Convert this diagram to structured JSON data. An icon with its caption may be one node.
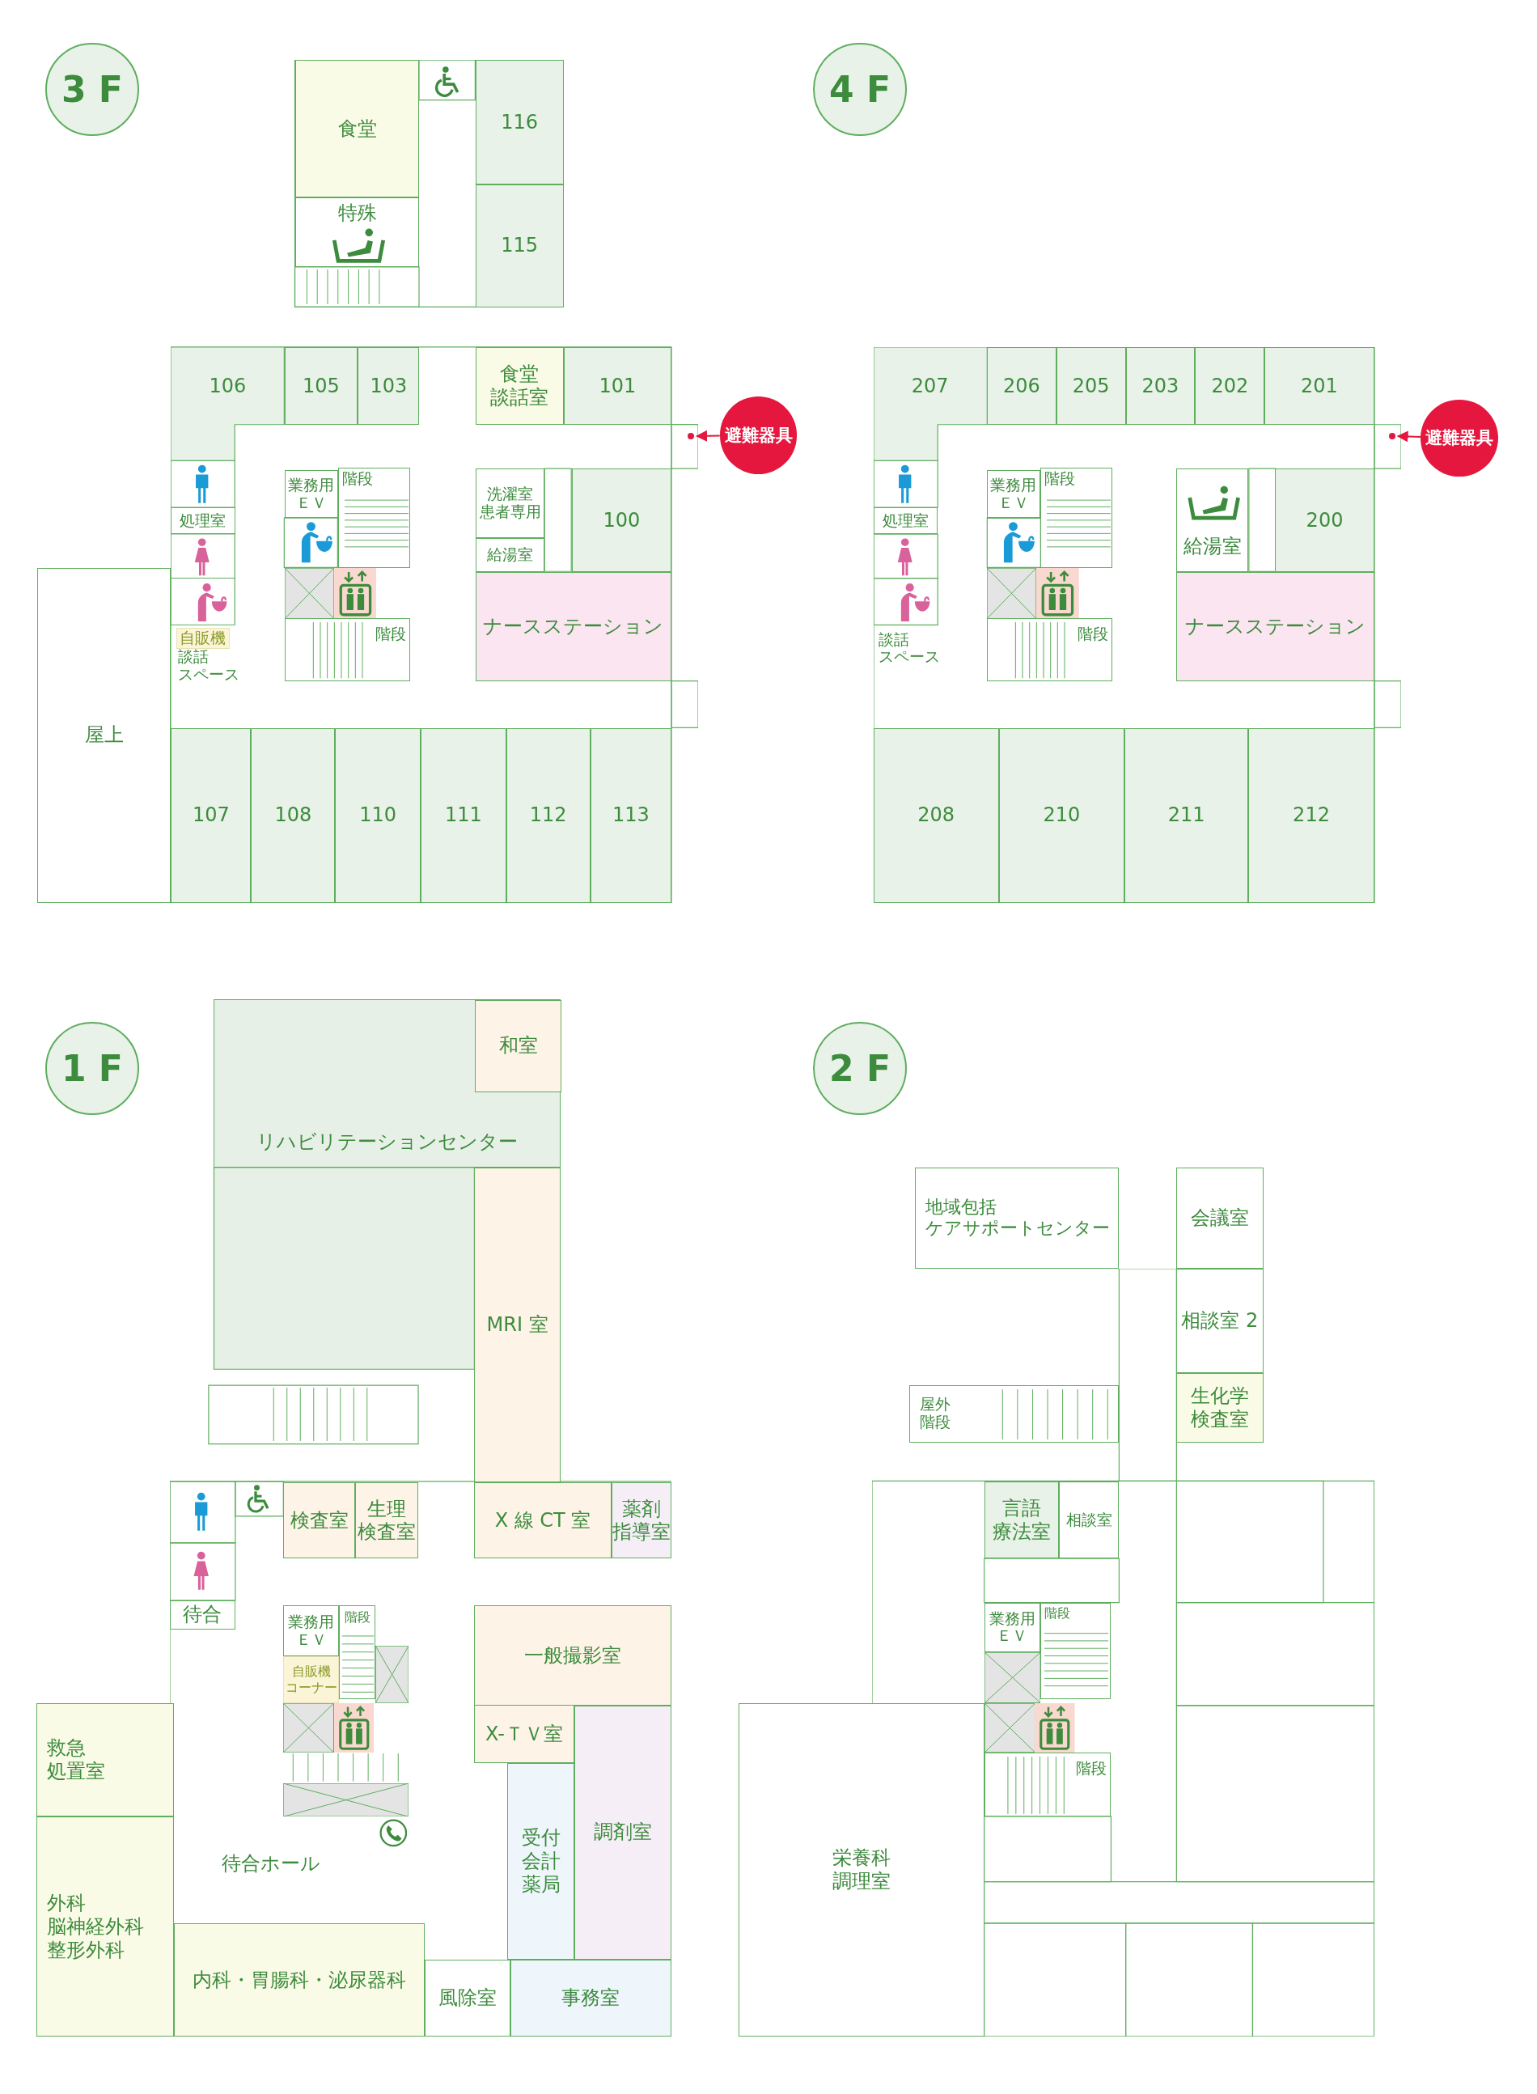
{
  "diagram": {
    "nodes": [
      {
        "text": [
          "3 F"
        ]
      },
      {
        "text": [
          "食堂"
        ]
      },
      {
        "text": [
          "特殊"
        ]
      },
      {
        "text": [
          "116"
        ]
      },
      {
        "text": [
          "115"
        ]
      },
      {
        "text": [
          "106"
        ]
      },
      {
        "text": [
          "105"
        ]
      },
      {
        "text": [
          "103"
        ]
      },
      {
        "text": [
          "食堂",
          "談話室"
        ]
      },
      {
        "text": [
          "101"
        ]
      },
      {
        "text": [
          "処理室"
        ]
      },
      {
        "text": [
          "自販機"
        ]
      },
      {
        "text": [
          "業務用",
          "ＥＶ"
        ]
      },
      {
        "text": [
          "階段"
        ]
      },
      {
        "text": [
          "階段"
        ]
      },
      {
        "text": [
          "洗濯室",
          "患者専用"
        ]
      },
      {
        "text": [
          "給湯室"
        ]
      },
      {
        "text": [
          "100"
        ]
      },
      {
        "text": [
          "ナースステーション"
        ]
      },
      {
        "text": [
          "屋上"
        ]
      },
      {
        "text": [
          "107"
        ]
      },
      {
        "text": [
          "108"
        ]
      },
      {
        "text": [
          "110"
        ]
      },
      {
        "text": [
          "111"
        ]
      },
      {
        "text": [
          "112"
        ]
      },
      {
        "text": [
          "113"
        ]
      },
      {
        "text": [
          "避難器具"
        ]
      },
      {
        "text": [],
        "shape": "circle"
      },
      {
        "text": [
          "4 F"
        ]
      },
      {
        "text": [
          "207"
        ]
      },
      {
        "text": [
          "206"
        ]
      },
      {
        "text": [
          "205"
        ]
      },
      {
        "text": [
          "203"
        ]
      },
      {
        "text": [
          "202"
        ]
      },
      {
        "text": [
          "201"
        ]
      },
      {
        "text": [
          "処理室"
        ]
      },
      {
        "text": [
          "業務用",
          "ＥＶ"
        ]
      },
      {
        "text": [
          "階段"
        ]
      },
      {
        "text": [
          "階段"
        ]
      },
      {
        "text": [
          "給湯室"
        ]
      },
      {
        "text": [
          "200"
        ]
      },
      {
        "text": [
          "ナースステーション"
        ]
      },
      {
        "text": [
          "208"
        ]
      },
      {
        "text": [
          "210"
        ]
      },
      {
        "text": [
          "211"
        ]
      },
      {
        "text": [
          "212"
        ]
      },
      {
        "text": [
          "避難器具"
        ]
      },
      {
        "text": [],
        "shape": "circle"
      },
      {
        "text": [
          "1 F"
        ]
      },
      {
        "text": [
          "リハビリテーションセンター"
        ]
      },
      {
        "text": [
          "和室"
        ],
        "in": 49
      },
      {
        "text": [
          "MRI 室"
        ]
      },
      {
        "text": [
          "待合"
        ]
      },
      {
        "text": [
          "検査室"
        ]
      },
      {
        "text": [
          "生理",
          "検査室"
        ]
      },
      {
        "text": [
          "X 線 CT 室"
        ]
      },
      {
        "text": [
          "薬剤",
          "指導室"
        ]
      },
      {
        "text": [
          "業務用",
          "ＥＶ"
        ]
      },
      {
        "text": [
          "階段"
        ]
      },
      {
        "text": [
          "自販機",
          "コーナー"
        ]
      },
      {
        "text": [
          "一般撮影室"
        ]
      },
      {
        "text": [
          "X-ＴＶ室"
        ]
      },
      {
        "text": [
          "調剤室"
        ]
      },
      {
        "text": [
          "受付",
          "会計",
          "薬局"
        ]
      },
      {
        "text": [
          "事務室"
        ]
      },
      {
        "text": [
          "風除室"
        ]
      },
      {
        "text": [
          "内科・胃腸科・泌尿器科"
        ]
      },
      {
        "text": [
          "救急",
          "処置室"
        ]
      },
      {
        "text": [
          "外科",
          "脳神経外科",
          "整形外科"
        ]
      },
      {
        "text": [
          "2 F"
        ]
      },
      {
        "text": [
          "地域包括",
          "ケアサポートセンター"
        ]
      },
      {
        "text": [
          "会議室"
        ]
      },
      {
        "text": [
          "相談室 2"
        ]
      },
      {
        "text": [
          "生化学",
          "検査室"
        ]
      },
      {
        "text": [
          "屋外",
          "階段"
        ]
      },
      {
        "text": [
          "栄養科",
          "調理室"
        ]
      },
      {
        "text": [
          "言語",
          "療法室"
        ]
      },
      {
        "text": [
          "相談室"
        ]
      },
      {
        "text": [
          "業務用",
          "ＥＶ"
        ]
      },
      {
        "text": [
          "階段"
        ]
      },
      {
        "text": [
          "階段"
        ]
      }
    ],
    "edges": [
      {
        "from": 26,
        "to": 27,
        "arrow": "to"
      },
      {
        "from": 46,
        "to": 47,
        "arrow": "to"
      }
    ],
    "labels": [
      "談話",
      "スペース",
      "談話",
      "スペース",
      "待合ホール"
    ]
  }
}
